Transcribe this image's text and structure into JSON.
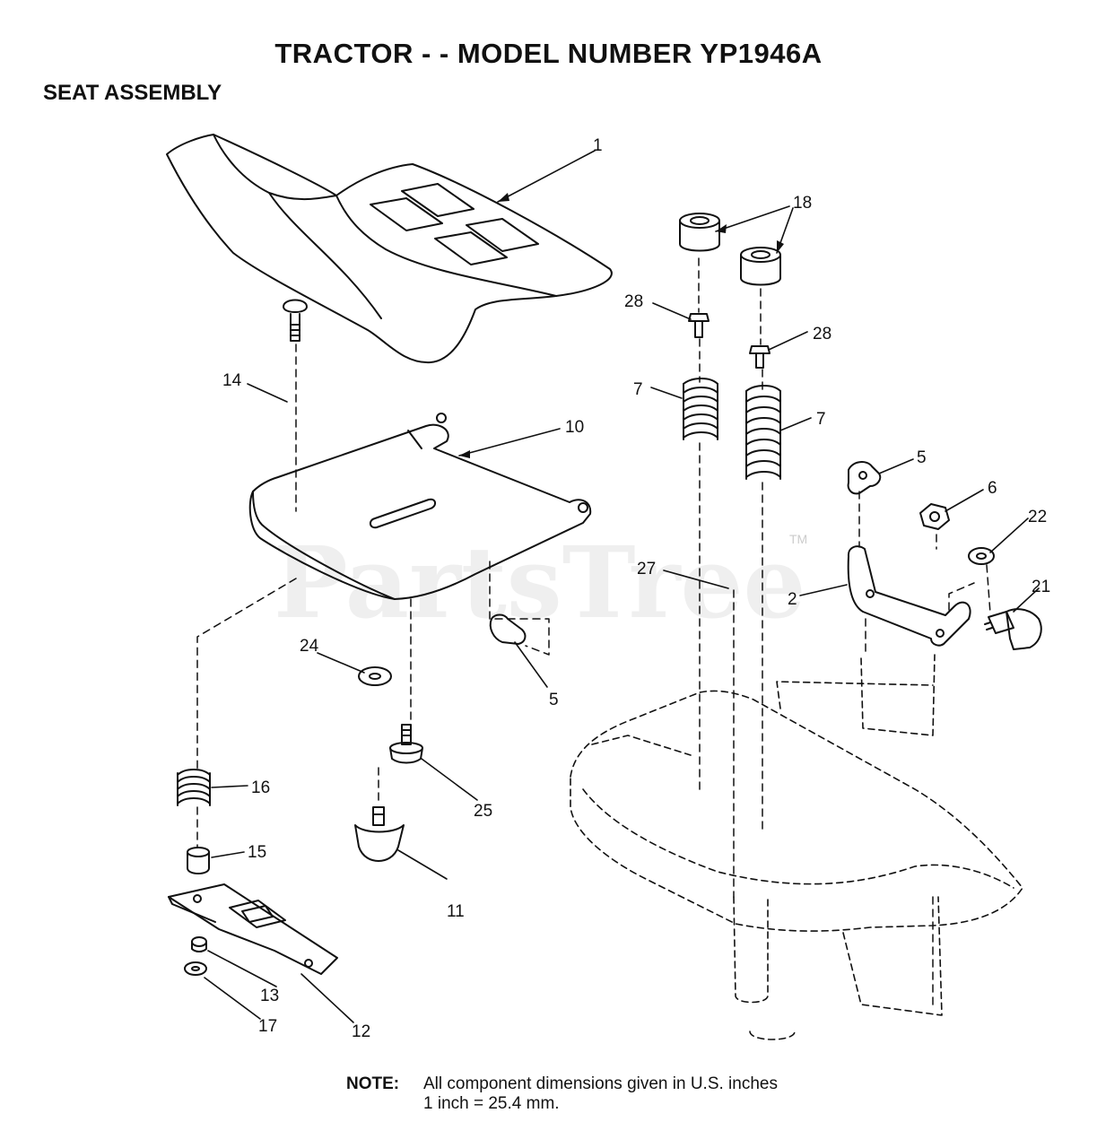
{
  "header": {
    "title": "TRACTOR - - MODEL NUMBER YP1946A",
    "section": "SEAT ASSEMBLY"
  },
  "watermark": {
    "brand": "PartsTree",
    "tm": "TM"
  },
  "callouts": {
    "c1": "1",
    "c18": "18",
    "c28a": "28",
    "c28b": "28",
    "c14": "14",
    "c10": "10",
    "c7a": "7",
    "c7b": "7",
    "c5a": "5",
    "c6": "6",
    "c22": "22",
    "c27": "27",
    "c2": "2",
    "c21": "21",
    "c24": "24",
    "c5b": "5",
    "c16": "16",
    "c25": "25",
    "c15": "15",
    "c11": "11",
    "c13": "13",
    "c12": "12",
    "c17": "17"
  },
  "note": {
    "label": "NOTE:",
    "line1": "All component dimensions given in U.S. inches",
    "line2": "1 inch = 25.4 mm."
  }
}
